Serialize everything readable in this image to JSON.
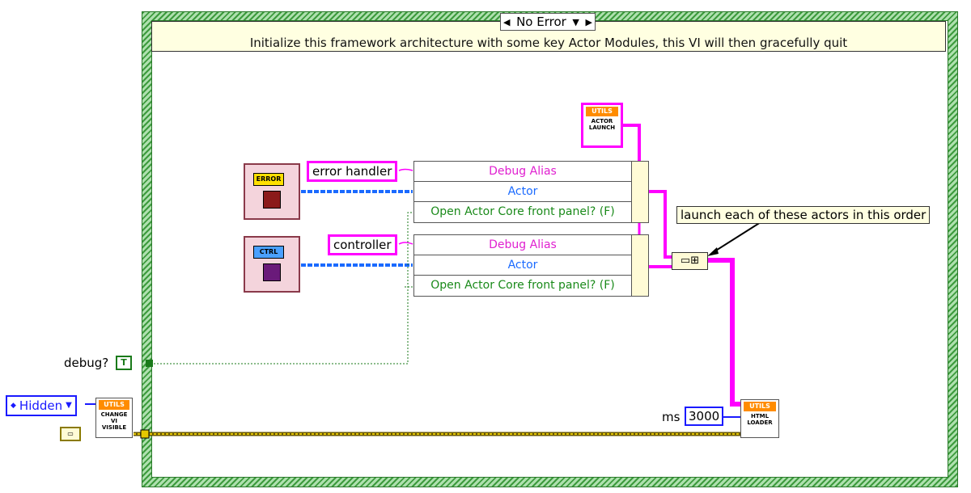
{
  "case_structure": {
    "selector_value": "No Error",
    "left_arrow": "◀",
    "right_arrow": "▶",
    "dropdown_arrow": "▼"
  },
  "comment": "Initialize this framework architecture with some key Actor Modules, this VI will then gracefully quit",
  "constants": {
    "error_handler": "error handler",
    "controller": "controller",
    "ms_label": "ms",
    "ms_value": "3000",
    "debug_label": "debug?",
    "debug_value": "T",
    "hidden_value": "Hidden",
    "hidden_arrow": "▼",
    "ring_marker": "◆"
  },
  "bundle_rows": {
    "debug_alias": "Debug Alias",
    "actor": "Actor",
    "open_fp": "Open Actor Core front panel? (F)"
  },
  "subvis": {
    "actor_launch": {
      "header": "UTILS",
      "line1": "ACTOR",
      "line2": "LAUNCH"
    },
    "change_visible": {
      "header": "UTILS",
      "line1": "CHANGE",
      "line2": "VI",
      "line3": "VISIBLE"
    },
    "html_loader": {
      "header": "UTILS",
      "line1": "HTML",
      "line2": "LOADER"
    }
  },
  "classes": {
    "error": "ERROR",
    "ctrl": "CTRL"
  },
  "note": "launch each of these actors in this order",
  "colors": {
    "class_wire": "#ff00ff",
    "actor_wire": "#1a6aff",
    "bool_wire": "#1a7a1a",
    "error_wire": "#c8b400"
  }
}
